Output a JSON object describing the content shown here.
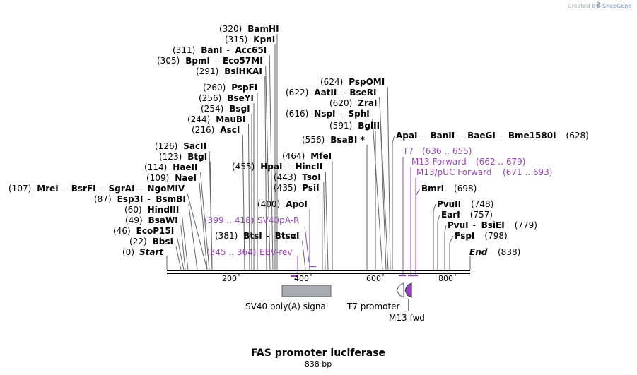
{
  "credit": {
    "prefix": "Created by",
    "brand": "SnapGene"
  },
  "title": "FAS promoter luciferase",
  "subtitle": "838 bp",
  "axis_ticks": [
    "200",
    "400",
    "600",
    "800"
  ],
  "ends": {
    "start": {
      "pos": "(0)",
      "name": "Start"
    },
    "end": {
      "pos": "(838)",
      "name": "End"
    }
  },
  "sites": [
    {
      "pos": "(22)",
      "names": [
        "BbsI"
      ]
    },
    {
      "pos": "(46)",
      "names": [
        "EcoP15I"
      ]
    },
    {
      "pos": "(49)",
      "names": [
        "BsaWI"
      ]
    },
    {
      "pos": "(60)",
      "names": [
        "HindIII"
      ]
    },
    {
      "pos": "(87)",
      "names": [
        "Esp3I",
        "BsmBI"
      ]
    },
    {
      "pos": "(107)",
      "names": [
        "MreI",
        "BsrFI",
        "SgrAI",
        "NgoMIV"
      ]
    },
    {
      "pos": "(109)",
      "names": [
        "NaeI"
      ]
    },
    {
      "pos": "(114)",
      "names": [
        "HaeII"
      ]
    },
    {
      "pos": "(123)",
      "names": [
        "BtgI"
      ]
    },
    {
      "pos": "(126)",
      "names": [
        "SacII"
      ]
    },
    {
      "pos": "(216)",
      "names": [
        "AscI"
      ]
    },
    {
      "pos": "(244)",
      "names": [
        "MauBI"
      ]
    },
    {
      "pos": "(254)",
      "names": [
        "BsgI"
      ]
    },
    {
      "pos": "(256)",
      "names": [
        "BseYI"
      ]
    },
    {
      "pos": "(260)",
      "names": [
        "PspFI"
      ]
    },
    {
      "pos": "(291)",
      "names": [
        "BsiHKAI"
      ]
    },
    {
      "pos": "(305)",
      "names": [
        "BpmI",
        "Eco57MI"
      ]
    },
    {
      "pos": "(311)",
      "names": [
        "BanI",
        "Acc65I"
      ]
    },
    {
      "pos": "(315)",
      "names": [
        "KpnI"
      ]
    },
    {
      "pos": "(320)",
      "names": [
        "BamHI"
      ]
    },
    {
      "pos": "(381)",
      "names": [
        "BtsI",
        "BtsαI"
      ]
    },
    {
      "pos": "(400)",
      "names": [
        "ApoI"
      ]
    },
    {
      "pos": "(435)",
      "names": [
        "PsiI"
      ]
    },
    {
      "pos": "(443)",
      "names": [
        "TsoI"
      ]
    },
    {
      "pos": "(455)",
      "names": [
        "HpaI",
        "HincII"
      ]
    },
    {
      "pos": "(464)",
      "names": [
        "MfeI"
      ]
    },
    {
      "pos": "(556)",
      "names": [
        "BsaBI *"
      ]
    },
    {
      "pos": "(591)",
      "names": [
        "BglII"
      ]
    },
    {
      "pos": "(616)",
      "names": [
        "NspI",
        "SphI"
      ]
    },
    {
      "pos": "(620)",
      "names": [
        "ZraI"
      ]
    },
    {
      "pos": "(622)",
      "names": [
        "AatII",
        "BseRI"
      ]
    },
    {
      "pos": "(624)",
      "names": [
        "PspOMI"
      ]
    },
    {
      "pos": "(628)",
      "names": [
        "ApaI",
        "BanII",
        "BaeGI",
        "Bme1580I"
      ]
    },
    {
      "pos": "(698)",
      "names": [
        "BmrI"
      ]
    },
    {
      "pos": "(748)",
      "names": [
        "PvuII"
      ]
    },
    {
      "pos": "(757)",
      "names": [
        "EarI"
      ]
    },
    {
      "pos": "(779)",
      "names": [
        "PvuI",
        "BsiEI"
      ]
    },
    {
      "pos": "(798)",
      "names": [
        "FspI"
      ]
    }
  ],
  "primers": [
    {
      "name": "SV40pA-R",
      "range": "(399 .. 418)"
    },
    {
      "name": "EBV-rev",
      "range": "(345 .. 364)"
    },
    {
      "name": "T7",
      "range": "(636 .. 655)"
    },
    {
      "name": "M13 Forward",
      "range": "(662 .. 679)"
    },
    {
      "name": "M13/pUC Forward",
      "range": "(671 .. 693)"
    }
  ],
  "features": [
    {
      "name": "SV40 poly(A) signal",
      "color": "#a8abb0"
    },
    {
      "name": "T7 promoter",
      "color": "#ffffff"
    },
    {
      "name": "M13 fwd",
      "color": "#9b3fd0"
    }
  ]
}
